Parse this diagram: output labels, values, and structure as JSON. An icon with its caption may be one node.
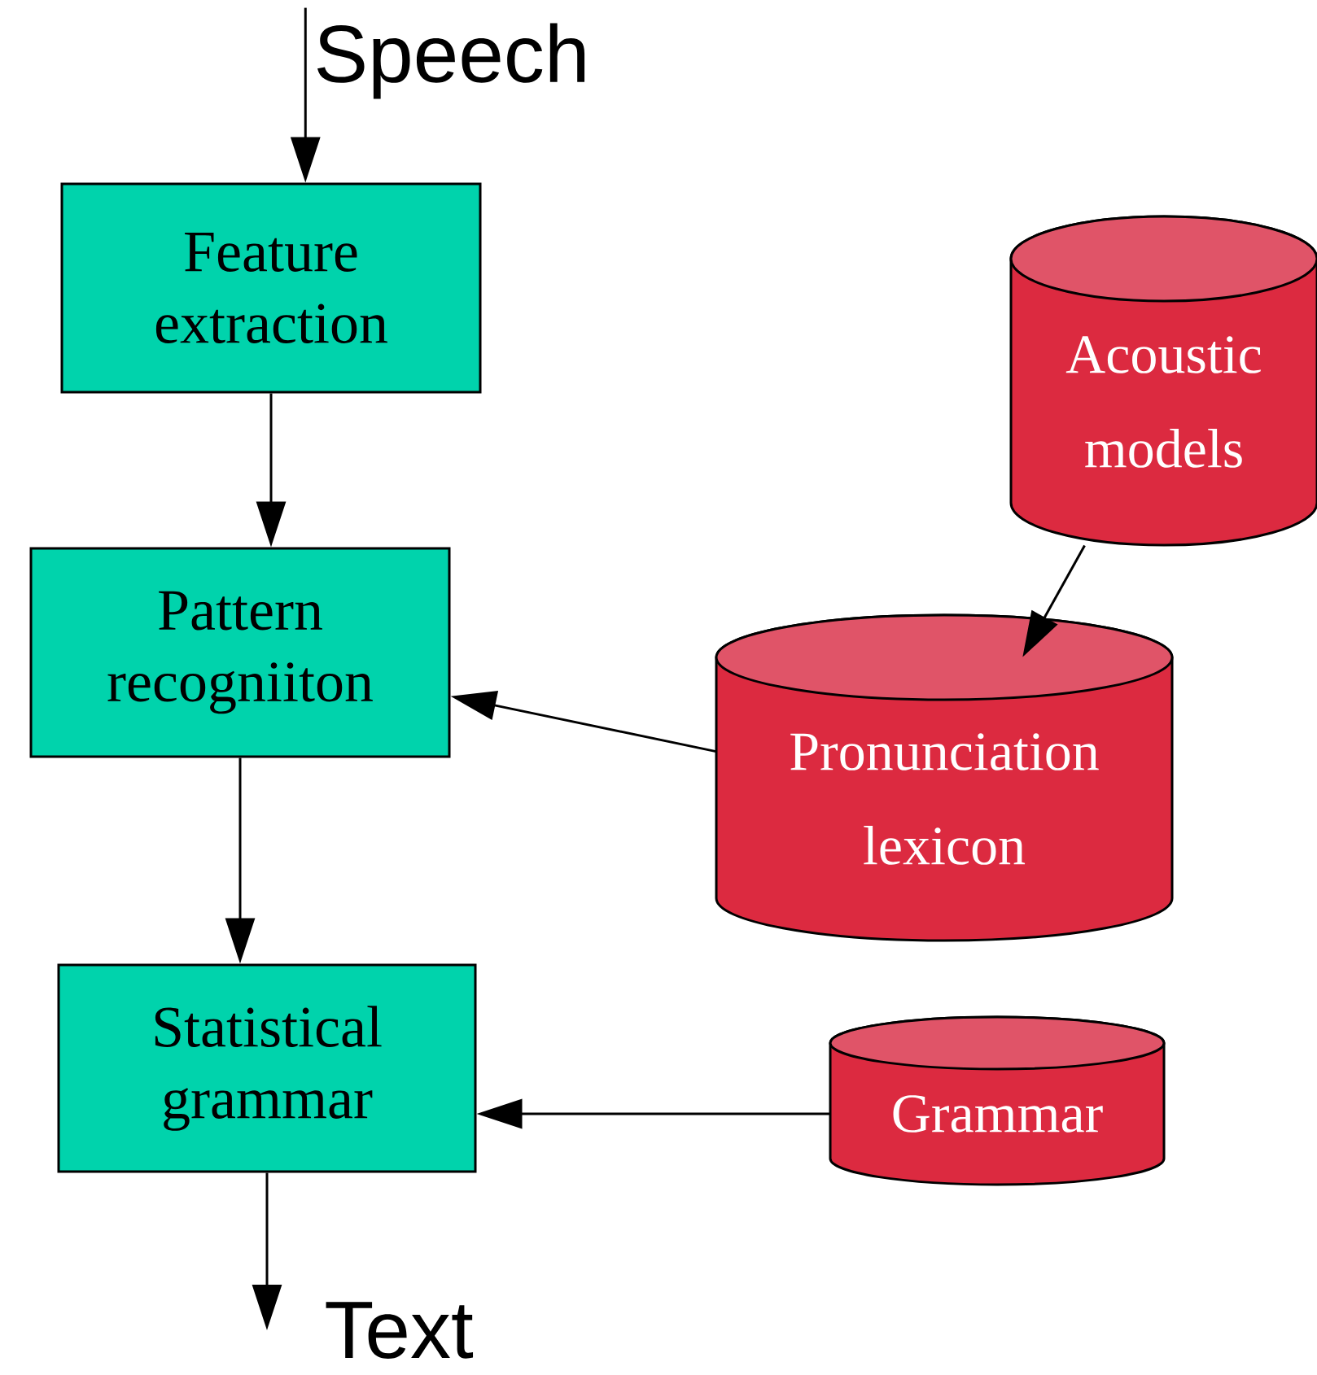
{
  "diagram": {
    "nodes": [
      {
        "text": [
          "Speech"
        ]
      },
      {
        "text": [
          "Feature extraction"
        ]
      },
      {
        "text": [
          "Pattern recogniiton"
        ]
      },
      {
        "text": [
          "Statistical grammar"
        ]
      },
      {
        "text": [
          "Text"
        ]
      },
      {
        "text": [
          "Acoustic models"
        ]
      },
      {
        "text": [
          "Pronunciation lexicon"
        ]
      },
      {
        "text": [
          "Grammar"
        ]
      }
    ],
    "edges": [
      {
        "from": 0,
        "to": 1,
        "arrow": "to"
      },
      {
        "from": 1,
        "to": 2,
        "arrow": "to"
      },
      {
        "from": 2,
        "to": 3,
        "arrow": "to"
      },
      {
        "from": 3,
        "to": 4,
        "arrow": "to"
      },
      {
        "from": 5,
        "to": 6,
        "arrow": "to"
      },
      {
        "from": 6,
        "to": 2,
        "arrow": "to"
      },
      {
        "from": 7,
        "to": 3,
        "arrow": "to"
      }
    ]
  }
}
